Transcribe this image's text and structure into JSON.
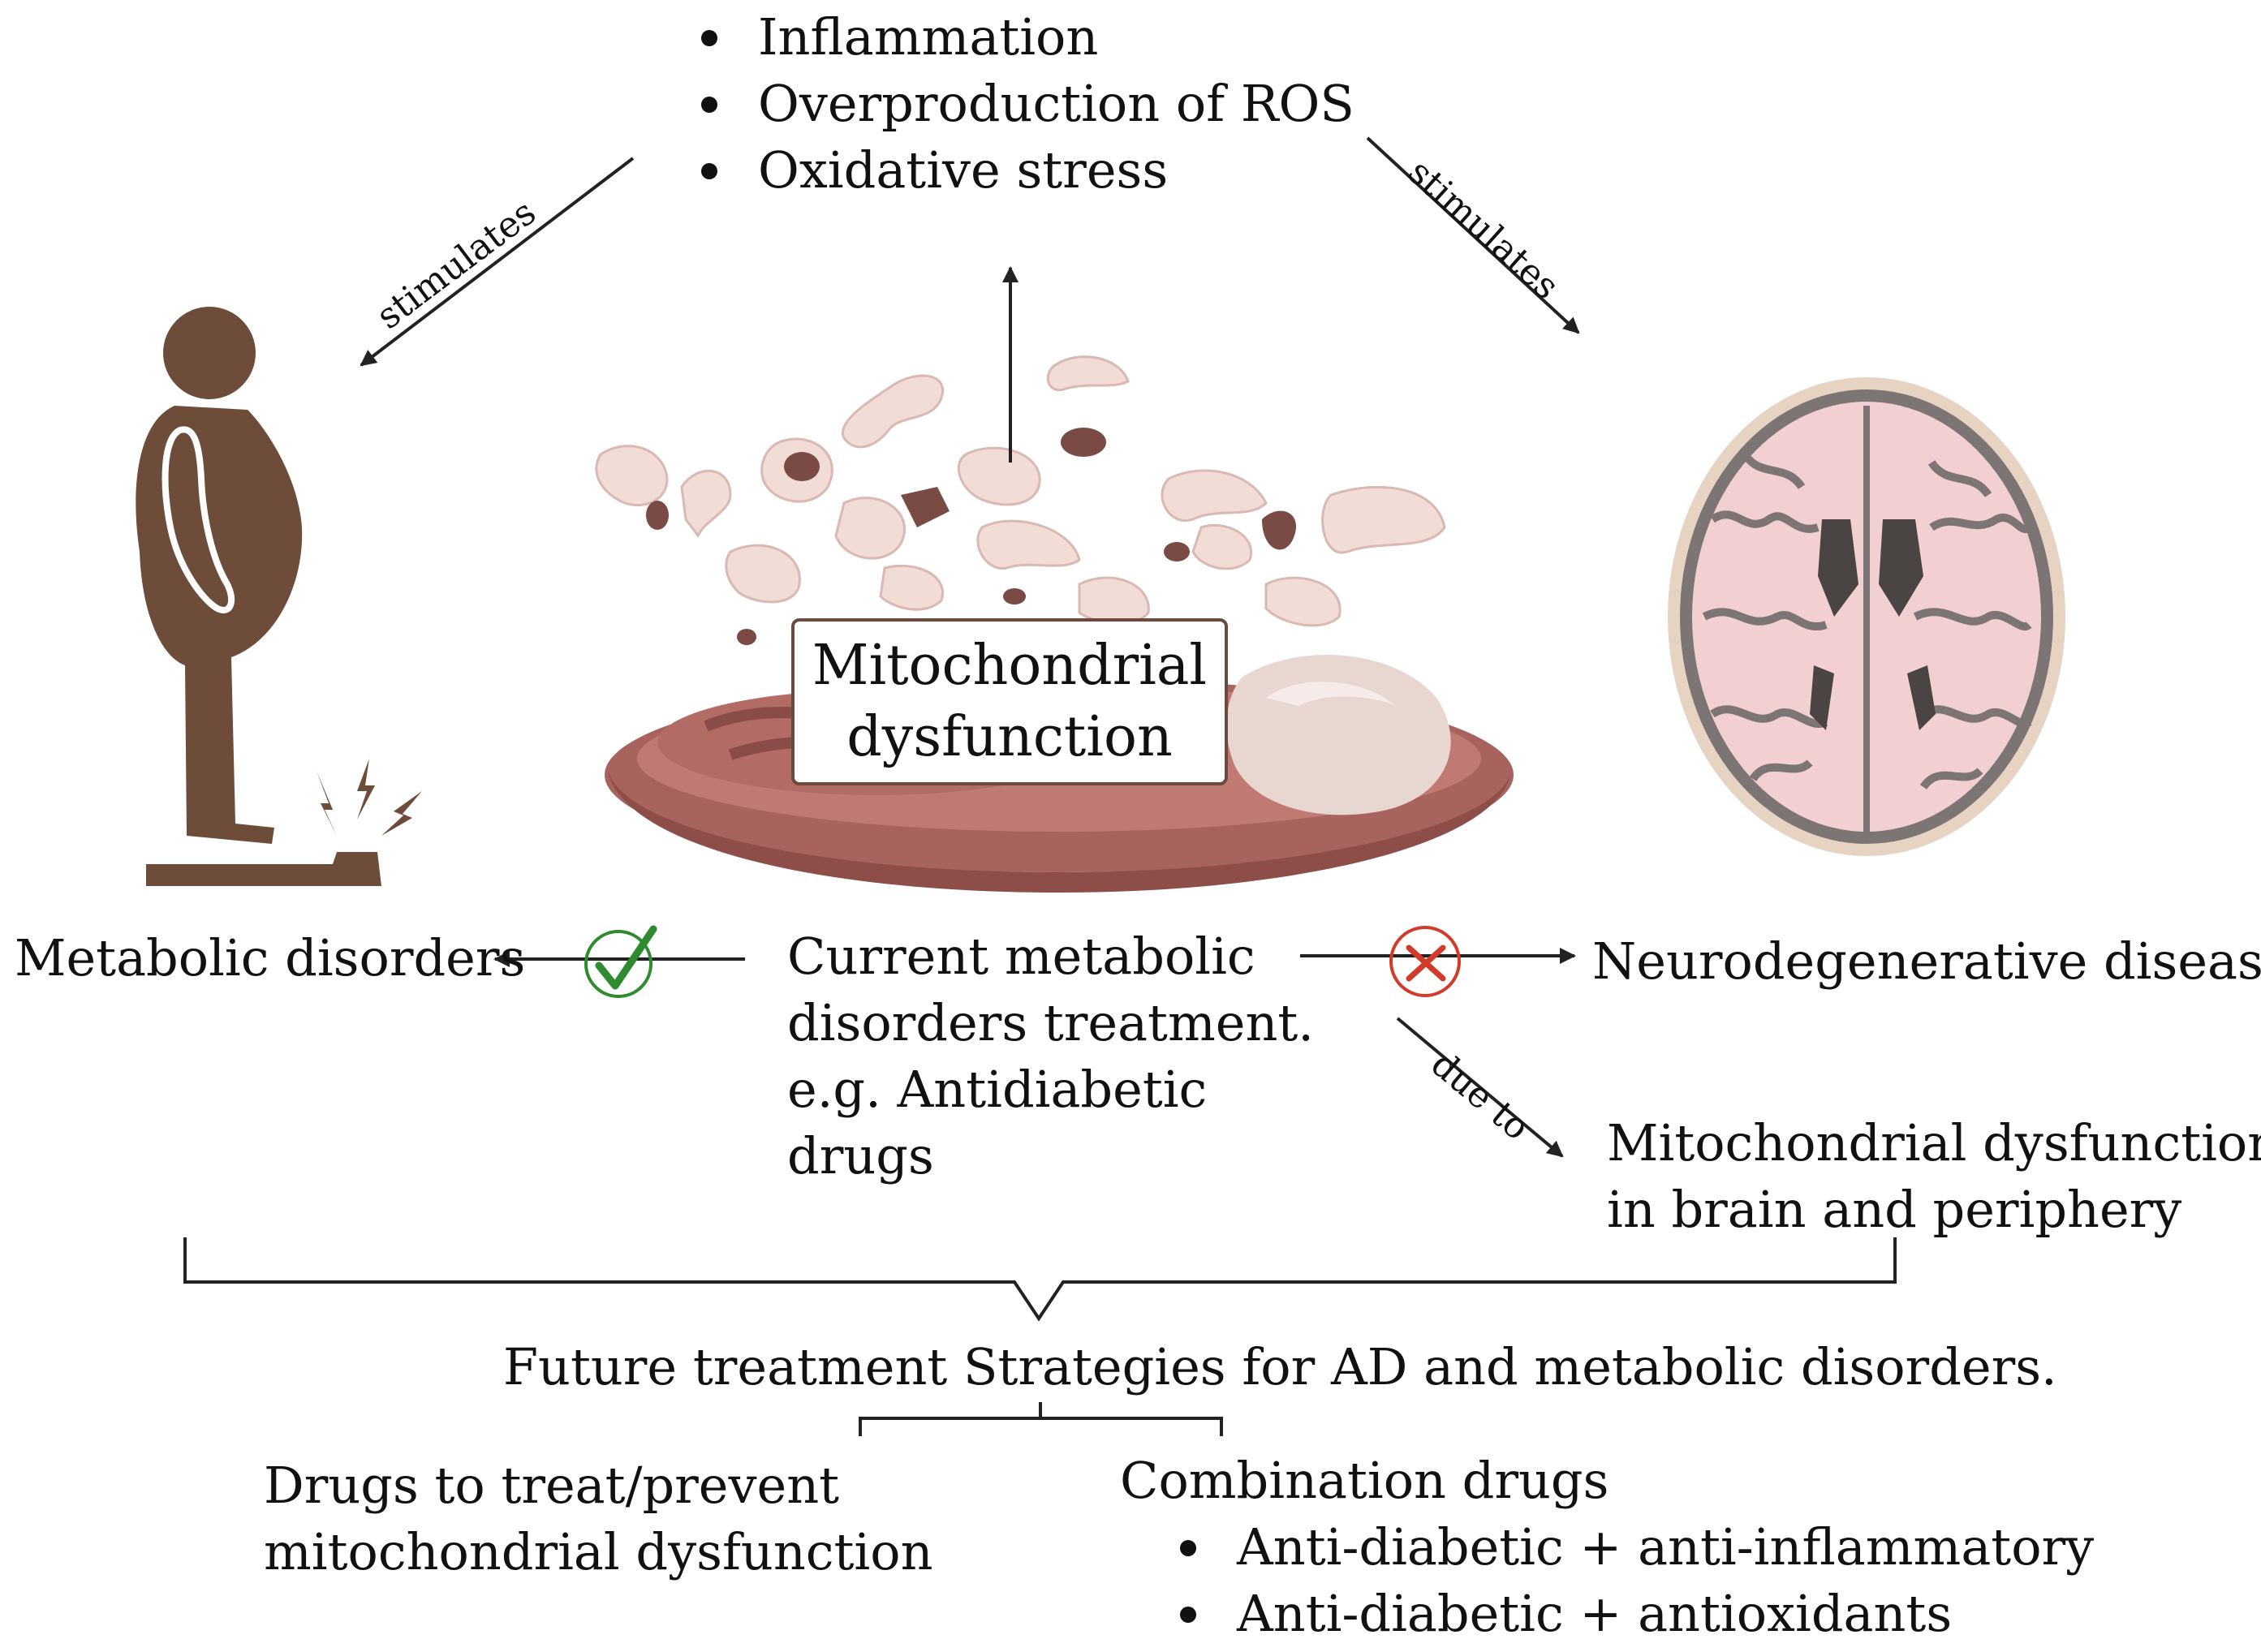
{
  "top_list": [
    "Inflammation",
    "Overproduction of ROS",
    "Oxidative stress"
  ],
  "arrow_labels": {
    "left": "stimulates",
    "right": "stimulates",
    "due_to": "due to"
  },
  "center_box": {
    "line1": "Mitochondrial",
    "line2": "dysfunction"
  },
  "left_label": "Metabolic disorders",
  "right_label": "Neurodegenerative diseases",
  "treatment": {
    "line1": "Current metabolic",
    "line2": "disorders treatment.",
    "line3": "e.g. Antidiabetic",
    "line4": "drugs"
  },
  "mito_brain": {
    "line1": "Mitochondrial dysfunction",
    "line2": "in brain and periphery"
  },
  "future": "Future treatment Strategies for AD and metabolic disorders.",
  "drugs_prevent": {
    "line1": "Drugs to treat/prevent",
    "line2": "mitochondrial dysfunction"
  },
  "combination": {
    "title": "Combination drugs",
    "items": [
      "Anti-diabetic + anti-inflammatory",
      "Anti-diabetic + antioxidants"
    ]
  },
  "colors": {
    "person": "#6e4c3a",
    "mito_outer": "#a9635f",
    "fragment_light": "#f1dcd6",
    "fragment_dark": "#7a4a45",
    "brain": "#f2cfd0",
    "check": "#2e8b2e",
    "cross": "#d23a2a"
  }
}
